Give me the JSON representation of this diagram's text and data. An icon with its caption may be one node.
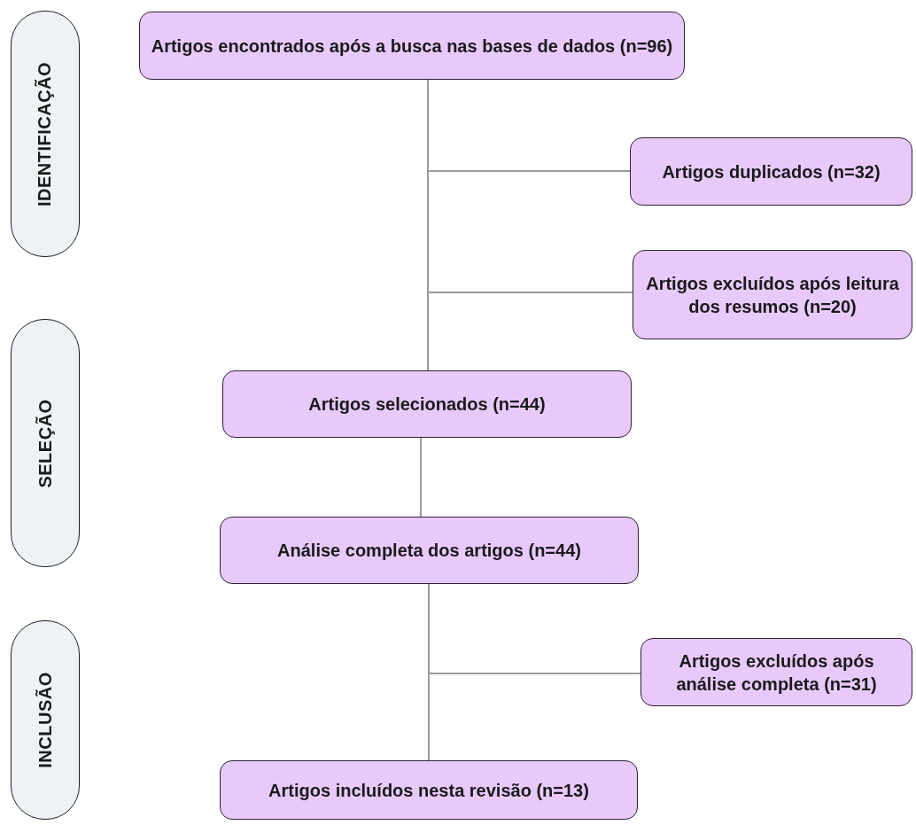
{
  "diagram": {
    "nodes": [
      {
        "text": [
          "IDENTIFICAÇÃO"
        ]
      },
      {
        "text": [
          "SELEÇÃO"
        ]
      },
      {
        "text": [
          "INCLUSÃO"
        ]
      },
      {
        "text": [
          "Artigos encontrados após a busca nas bases de dados (n=96)"
        ]
      },
      {
        "text": [
          "Artigos duplicados (n=32)"
        ]
      },
      {
        "text": [
          "Artigos excluídos após leitura dos resumos (n=20)"
        ]
      },
      {
        "text": [
          "Artigos selecionados (n=44)"
        ]
      },
      {
        "text": [
          "Análise completa dos artigos (n=44)"
        ]
      },
      {
        "text": [
          "Artigos excluídos após análise completa (n=31)"
        ]
      },
      {
        "text": [
          "Artigos incluídos nesta revisão (n=13)"
        ]
      }
    ],
    "edges": [
      {
        "from": 3,
        "to": 6,
        "arrow": "none"
      },
      {
        "from": 3,
        "to": 4,
        "arrow": "none"
      },
      {
        "from": 3,
        "to": 5,
        "arrow": "none"
      },
      {
        "from": 6,
        "to": 7,
        "arrow": "none"
      },
      {
        "from": 7,
        "to": 9,
        "arrow": "none"
      },
      {
        "from": 7,
        "to": 8,
        "arrow": "none"
      }
    ]
  }
}
